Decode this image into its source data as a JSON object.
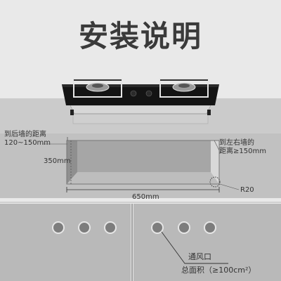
{
  "title": "安装说明",
  "labels": {
    "rear_wall_line1": "到后墙的距离",
    "rear_wall_line2": "120~150mm",
    "left_right_line1": "到左右墙的",
    "left_right_line2": "距离≥150mm",
    "depth": "350mm",
    "width": "650mm",
    "radius": "R20",
    "vent_title": "通风口",
    "vent_area": "总面积（≥100cm²）"
  },
  "product": {
    "brand_mark": "",
    "burners": 2
  },
  "colors": {
    "title": "#3a3a3a",
    "glass": "#111111",
    "counter": "#c9c9c9",
    "cabinet": "#b9b9b9",
    "steel": "#d4d4d4"
  },
  "icons": [
    "vent-hole-icon",
    "pointer-line-icon",
    "dimension-arrow-icon"
  ]
}
